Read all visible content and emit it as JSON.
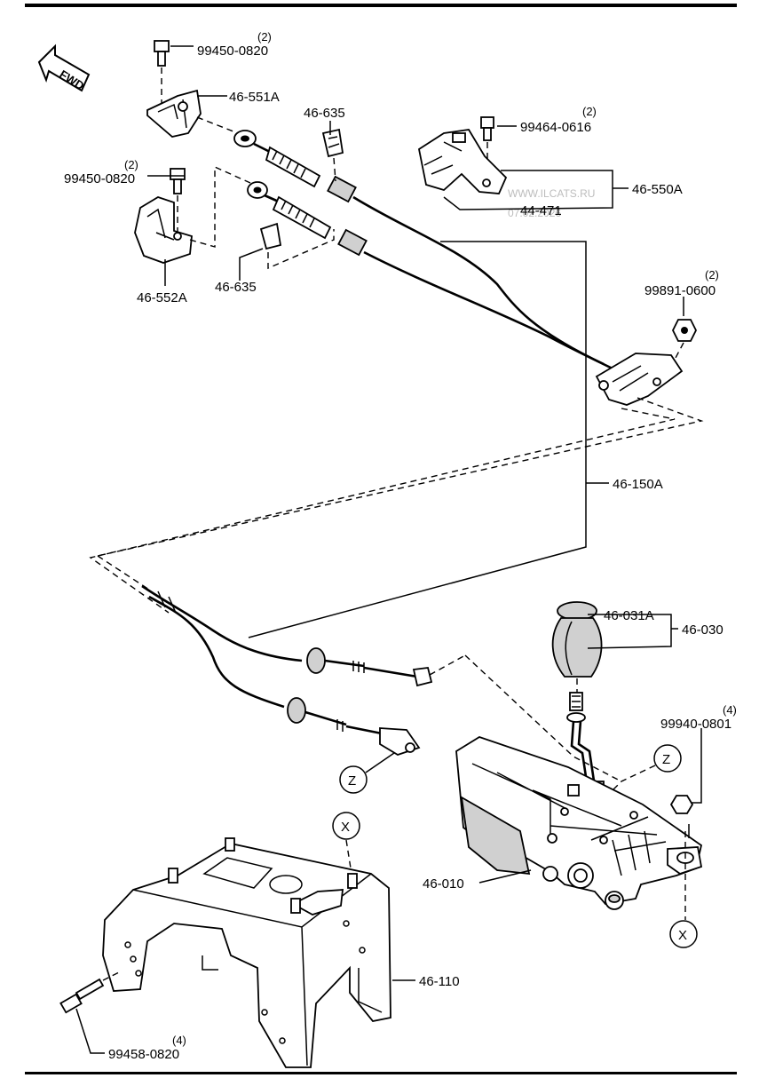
{
  "labels": {
    "p1": "99450-0820",
    "p2": "46-551A",
    "p3": "46-635",
    "p4": "99464-0616",
    "p5": "99450-0820",
    "p6": "46-550A",
    "p7": "44-471",
    "p8": "46-552A",
    "p9": "46-635",
    "p10": "99891-0600",
    "p11": "46-150A",
    "p12": "46-031A",
    "p13": "46-030",
    "p14": "99940-0801",
    "p15": "46-010",
    "p16": "46-110",
    "p17": "99458-0820"
  },
  "quantities": {
    "q1": "(2)",
    "q4": "(2)",
    "q5": "(2)",
    "q10": "(2)",
    "q14": "(4)",
    "q17": "(4)"
  },
  "markers": {
    "z1": "Z",
    "z2": "Z",
    "x1": "X",
    "x2": "X"
  },
  "fwd": "FWD",
  "watermark": {
    "site": "WWW.ILCATS.RU",
    "date": "07.02.2026"
  }
}
